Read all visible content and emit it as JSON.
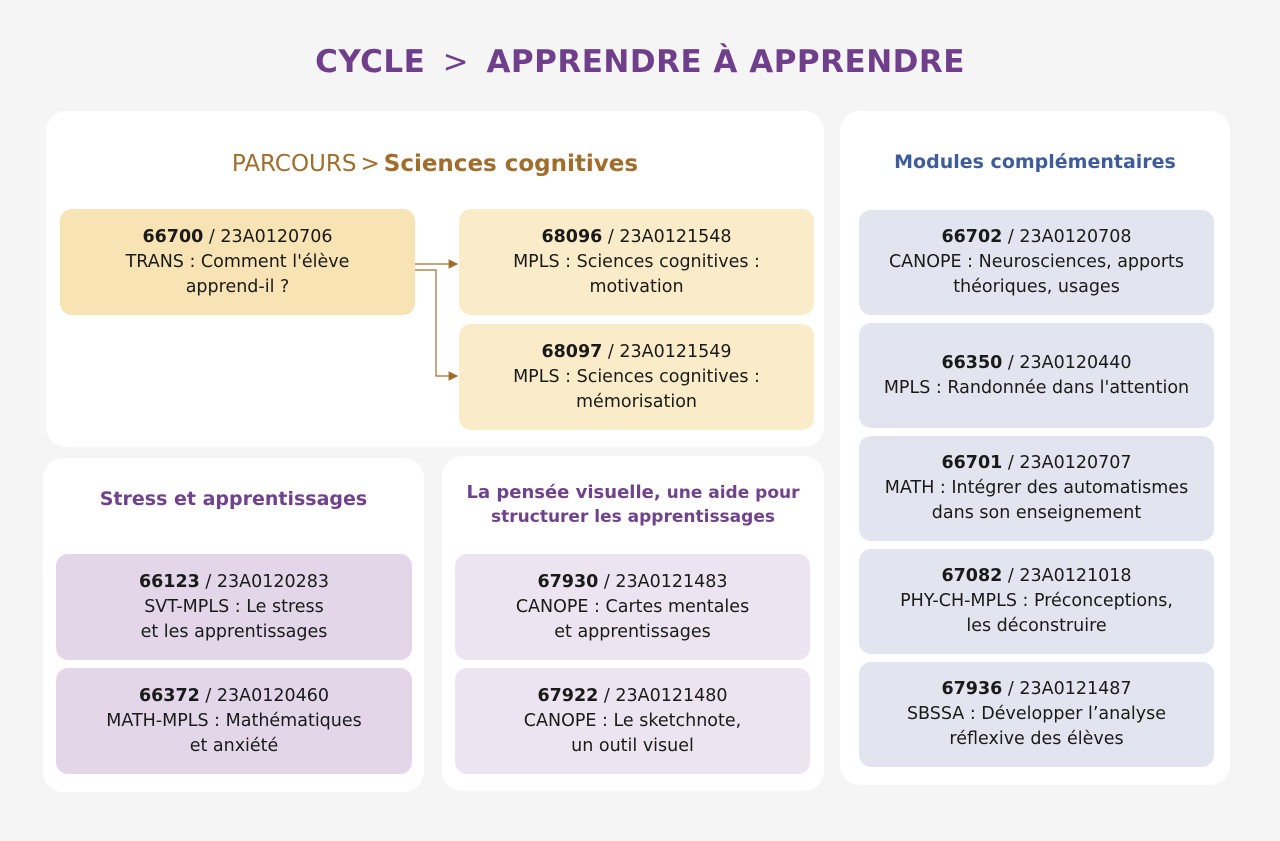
{
  "title": {
    "cycle": "CYCLE",
    "separator": ">",
    "name": "APPRENDRE À APPRENDRE"
  },
  "colors": {
    "title": "#6f3f8c",
    "parcours_title": "#a06d2c",
    "modules_title": "#3f5c9a",
    "arrow": "#a06d2c",
    "gold_box": "#f7e3b4",
    "cream_box": "#faecc9",
    "purple_box": "#e3d6e8",
    "lilac_box": "#ece4f0",
    "blue_box": "#e2e5ef"
  },
  "parcours": {
    "lead": "PARCOURS",
    "separator": ">",
    "name": "Sciences cognitives",
    "main": {
      "code": "66700",
      "ref": "/ 23A0120706",
      "line1": "TRANS : Comment l'élève",
      "line2": "apprend-il ?"
    },
    "subs": [
      {
        "code": "68096",
        "ref": "/ 23A0121548",
        "line1": "MPLS : Sciences cognitives :",
        "line2": "motivation"
      },
      {
        "code": "68097",
        "ref": "/ 23A0121549",
        "line1": "MPLS : Sciences cognitives :",
        "line2": "mémorisation"
      }
    ]
  },
  "stress": {
    "title": "Stress et apprentissages",
    "items": [
      {
        "code": "66123",
        "ref": "/ 23A0120283",
        "line1": "SVT-MPLS : Le stress",
        "line2": "et les apprentissages"
      },
      {
        "code": "66372",
        "ref": "/ 23A0120460",
        "line1": "MATH-MPLS : Mathématiques",
        "line2": "et anxiété"
      }
    ]
  },
  "visuel": {
    "title_bold": "La pensée visuelle,",
    "title_rest": "une aide pour",
    "title_line2": "structurer les apprentissages",
    "items": [
      {
        "code": "67930",
        "ref": "/ 23A0121483",
        "line1": "CANOPE : Cartes mentales",
        "line2": "et apprentissages"
      },
      {
        "code": "67922",
        "ref": "/ 23A0121480",
        "line1": "CANOPE : Le sketchnote,",
        "line2": "un outil visuel"
      }
    ]
  },
  "modules": {
    "title": "Modules complémentaires",
    "items": [
      {
        "code": "66702",
        "ref": "/ 23A0120708",
        "line1": "CANOPE : Neurosciences, apports",
        "line2": "théoriques, usages"
      },
      {
        "code": "66350",
        "ref": "/ 23A0120440",
        "line1": "MPLS : Randonnée dans l'attention",
        "line2": ""
      },
      {
        "code": "66701",
        "ref": "/ 23A0120707",
        "line1": "MATH : Intégrer des automatismes",
        "line2": "dans son enseignement"
      },
      {
        "code": "67082",
        "ref": "/ 23A0121018",
        "line1": "PHY-CH-MPLS : Préconceptions,",
        "line2": "les déconstruire"
      },
      {
        "code": "67936",
        "ref": "/ 23A0121487",
        "line1": "SBSSA : Développer l’analyse",
        "line2": "réflexive des élèves"
      }
    ]
  }
}
